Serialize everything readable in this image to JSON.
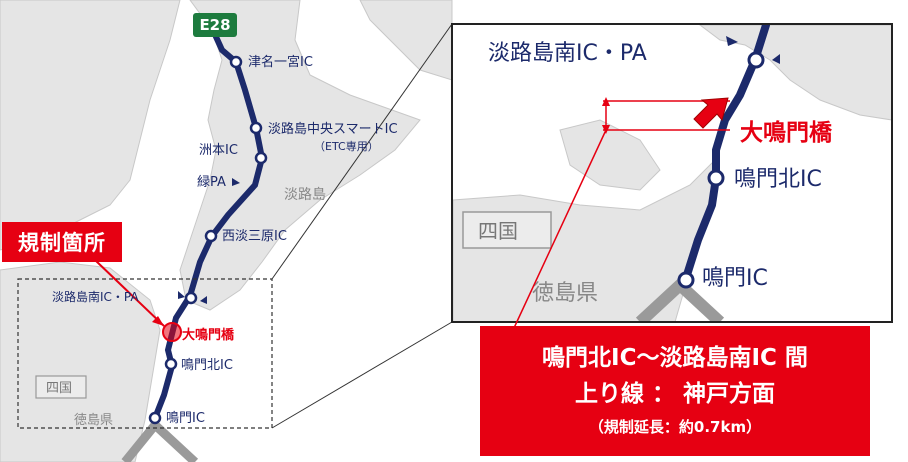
{
  "route_badge": "E28",
  "overview": {
    "labels": {
      "tsuna_ichinomiya": "津名一宮IC",
      "awaji_central": "淡路島中央スマートIC",
      "etc_only": "（ETC専用）",
      "sumoto": "洲本IC",
      "midori_pa": "緑PA",
      "awaji_island": "淡路島",
      "nishiawaji": "西淡三原IC",
      "awaji_minami": "淡路島南IC・PA",
      "onaruto_bridge": "大鳴門橋",
      "naruto_kita": "鳴門北IC",
      "shikoku": "四国",
      "tokushima": "徳島県",
      "naruto": "鳴門IC"
    }
  },
  "inset": {
    "labels": {
      "awaji_minami": "淡路島南IC・PA",
      "onaruto_bridge": "大鳴門橋",
      "naruto_kita": "鳴門北IC",
      "shikoku": "四国",
      "tokushima": "徳島県",
      "naruto": "鳴門IC"
    }
  },
  "callout": {
    "regulation_site": "規制箇所",
    "section": "鳴門北IC～淡路島南IC 間",
    "direction": "上り線 ： 神戸方面",
    "length": "（規制延長：約0.7km）"
  },
  "colors": {
    "road": "#1c2a6b",
    "highlight": "#e60012",
    "land": "#e5e5e5",
    "sea": "#ffffff",
    "badge": "#1d7b3e"
  }
}
